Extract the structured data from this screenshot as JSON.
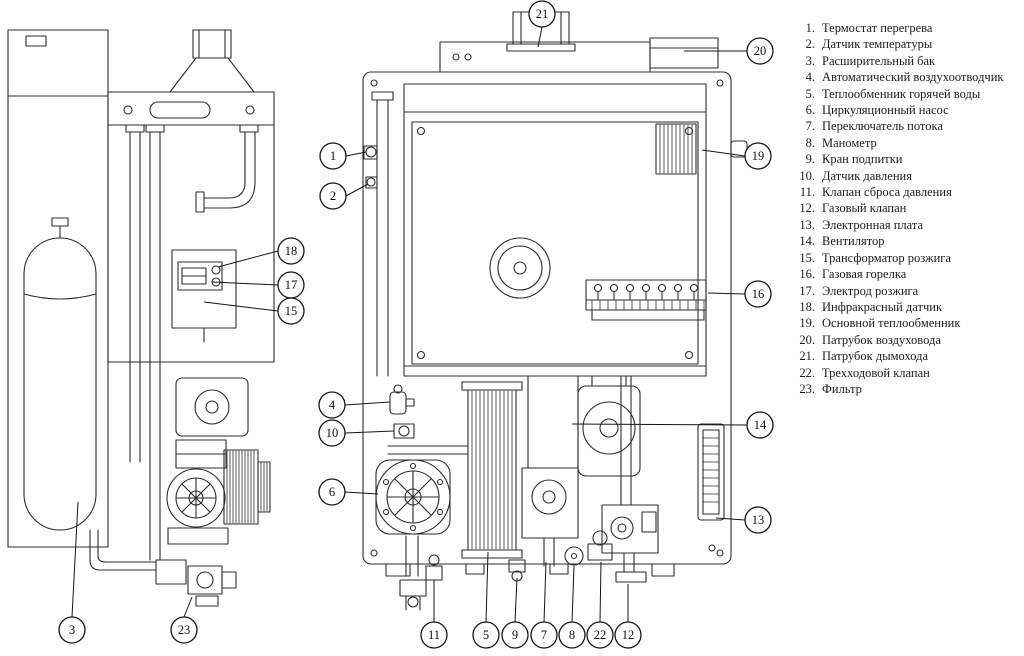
{
  "colors": {
    "ink": "#2d2d2d",
    "background": "#ffffff"
  },
  "callouts": [
    "1",
    "2",
    "3",
    "4",
    "5",
    "6",
    "7",
    "8",
    "9",
    "10",
    "11",
    "12",
    "13",
    "14",
    "15",
    "16",
    "17",
    "18",
    "19",
    "20",
    "21",
    "22",
    "23"
  ],
  "legend": {
    "items": [
      {
        "n": "1.",
        "label": "Термостат перегрева"
      },
      {
        "n": "2.",
        "label": "Датчик температуры"
      },
      {
        "n": "3.",
        "label": "Расширительный бак"
      },
      {
        "n": "4.",
        "label": "Автоматический воздухоотводчик"
      },
      {
        "n": "5.",
        "label": "Теплообменник горячей воды"
      },
      {
        "n": "6.",
        "label": "Циркуляционный насос"
      },
      {
        "n": "7.",
        "label": "Переключатель потока"
      },
      {
        "n": "8.",
        "label": "Манометр"
      },
      {
        "n": "9.",
        "label": "Кран подпитки"
      },
      {
        "n": "10.",
        "label": "Датчик давления"
      },
      {
        "n": "11.",
        "label": "Клапан сброса давления"
      },
      {
        "n": "12.",
        "label": "Газовый клапан"
      },
      {
        "n": "13.",
        "label": "Электронная плата"
      },
      {
        "n": "14.",
        "label": "Вентилятор"
      },
      {
        "n": "15.",
        "label": "Трансформатор розжига"
      },
      {
        "n": "16.",
        "label": "Газовая горелка"
      },
      {
        "n": "17.",
        "label": "Электрод розжига"
      },
      {
        "n": "18.",
        "label": "Инфракрасный датчик"
      },
      {
        "n": "19.",
        "label": "Основной теплообменник"
      },
      {
        "n": "20.",
        "label": "Патрубок воздуховода"
      },
      {
        "n": "21.",
        "label": "Патрубок дымохода"
      },
      {
        "n": "22.",
        "label": "Трехходовой клапан"
      },
      {
        "n": "23.",
        "label": "Фильтр"
      }
    ]
  }
}
